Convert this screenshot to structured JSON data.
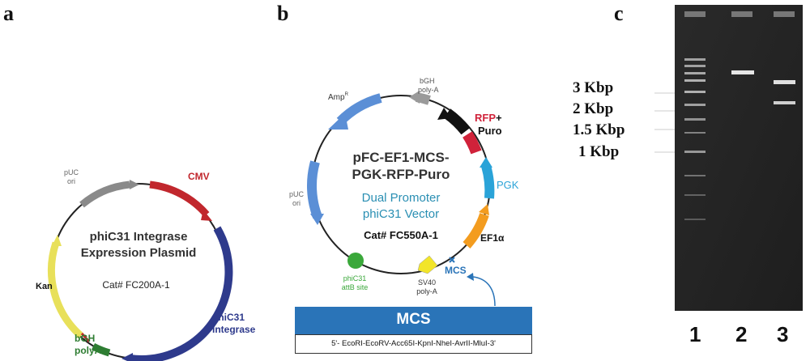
{
  "panels": {
    "a": "a",
    "b": "b",
    "c": "c"
  },
  "plasmid_a": {
    "title_line1": "phiC31 Integrase",
    "title_line2": "Expression Plasmid",
    "cat": "Cat# FC200A-1",
    "pUC_line1": "pUC",
    "pUC_line2": "ori",
    "cmv": "CMV",
    "kan": "Kan",
    "bgh_line1": "bGH",
    "bgh_line2": "polyA",
    "integrase_line1": "phiC31",
    "integrase_line2": "Integrase",
    "colors": {
      "cmv": "#c1272d",
      "integrase": "#2e3a8c",
      "kan": "#e8e05a",
      "bgh": "#2e7d32",
      "puc": "#8a8a8a"
    }
  },
  "plasmid_b": {
    "title_line1": "pFC-EF1-MCS-",
    "title_line2": "PGK-RFP-Puro",
    "sub_line1": "Dual Promoter",
    "sub_line2": "phiC31 Vector",
    "cat": "Cat# FC550A-1",
    "amp": "Amp",
    "amp_sup": "R",
    "bgh_line1": "bGH",
    "bgh_line2": "poly-A",
    "rfp": "RFP",
    "rfp_plus": "+",
    "puro": "Puro",
    "pgk": "PGK",
    "ef1a": "EF1α",
    "mcs": "MCS",
    "sv40_line1": "SV40",
    "sv40_line2": "poly-A",
    "attb_line1": "phiC31",
    "attb_line2": "attB site",
    "pUC_line1": "pUC",
    "pUC_line2": "ori",
    "colors": {
      "amp": "#5b8fd6",
      "rfp": "#d0223a",
      "pgk": "#2aa3d8",
      "ef1a": "#f39c1f",
      "sv40": "#f2e52a",
      "attb": "#3aa83a",
      "bgh": "#9a9a9a",
      "puro": "#111111"
    }
  },
  "mcs_box": {
    "title": "MCS",
    "sequence": "5'- EcoRI-EcoRV-Acc65I-KpnI-NheI-AvrII-MluI-3'"
  },
  "gel": {
    "ladder_labels": [
      "3 Kbp",
      "2 Kbp",
      "1.5 Kbp",
      "1 Kbp"
    ],
    "lanes": [
      "1",
      "2",
      "3"
    ]
  }
}
